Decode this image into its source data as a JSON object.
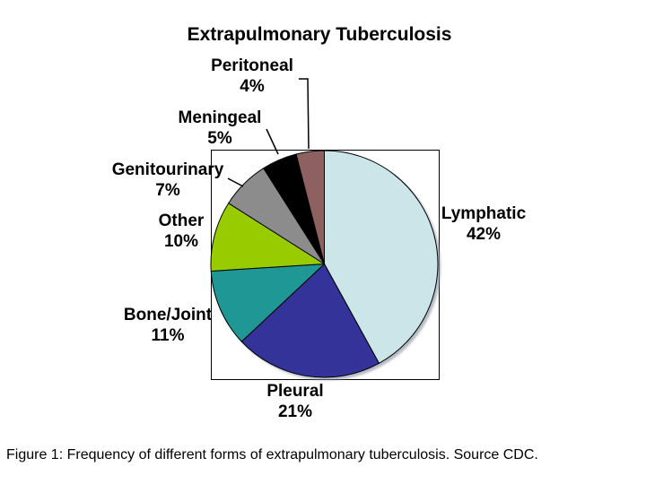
{
  "title": "Extrapulmonary Tuberculosis",
  "caption": "Figure 1: Frequency of different forms of extrapulmonary tuberculosis. Source CDC.",
  "chart_data": {
    "type": "pie",
    "title": "Extrapulmonary Tuberculosis",
    "direction": "clockwise",
    "start_angle_deg": 0,
    "legend_position": "none",
    "labels": "outside",
    "grid": false,
    "slices": [
      {
        "label": "Lymphatic",
        "value": 42,
        "pct_label": "42%",
        "color": "#cce5e8"
      },
      {
        "label": "Pleural",
        "value": 21,
        "pct_label": "21%",
        "color": "#333399"
      },
      {
        "label": "Bone/Joint",
        "value": 11,
        "pct_label": "11%",
        "color": "#1f9795"
      },
      {
        "label": "Other",
        "value": 10,
        "pct_label": "10%",
        "color": "#99cc00"
      },
      {
        "label": "Genitourinary",
        "value": 7,
        "pct_label": "7%",
        "color": "#8c8c8c"
      },
      {
        "label": "Meningeal",
        "value": 5,
        "pct_label": "5%",
        "color": "#000000"
      },
      {
        "label": "Peritoneal",
        "value": 4,
        "pct_label": "4%",
        "color": "#8e6161"
      }
    ]
  }
}
